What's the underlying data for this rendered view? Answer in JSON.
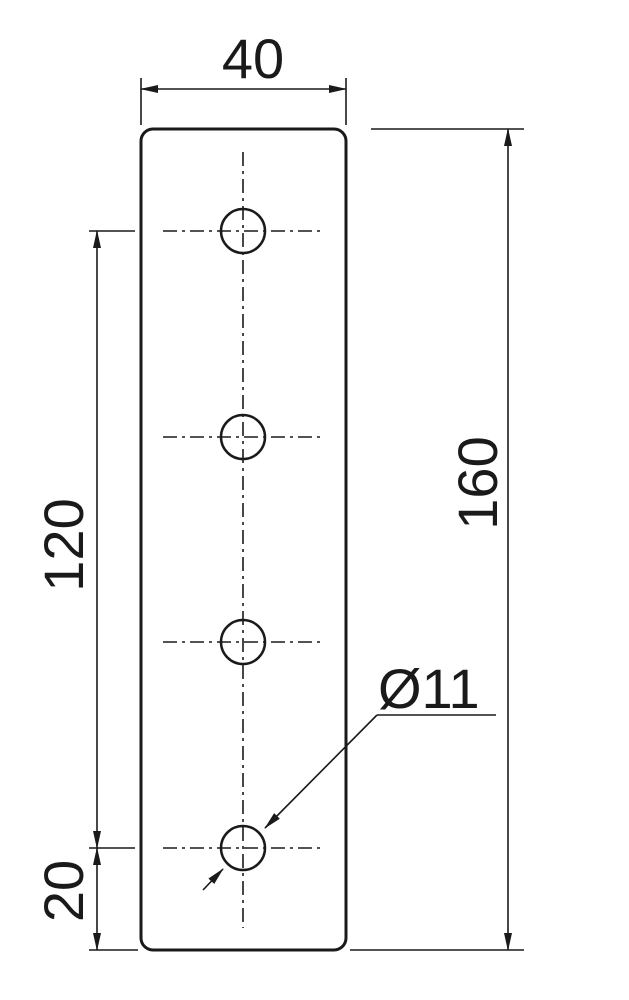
{
  "dimensions": {
    "width_label": "40",
    "height_label": "160",
    "spacing_label": "120",
    "offset_label": "20",
    "hole_label": "Ø11"
  },
  "holes": {
    "count": 4
  }
}
